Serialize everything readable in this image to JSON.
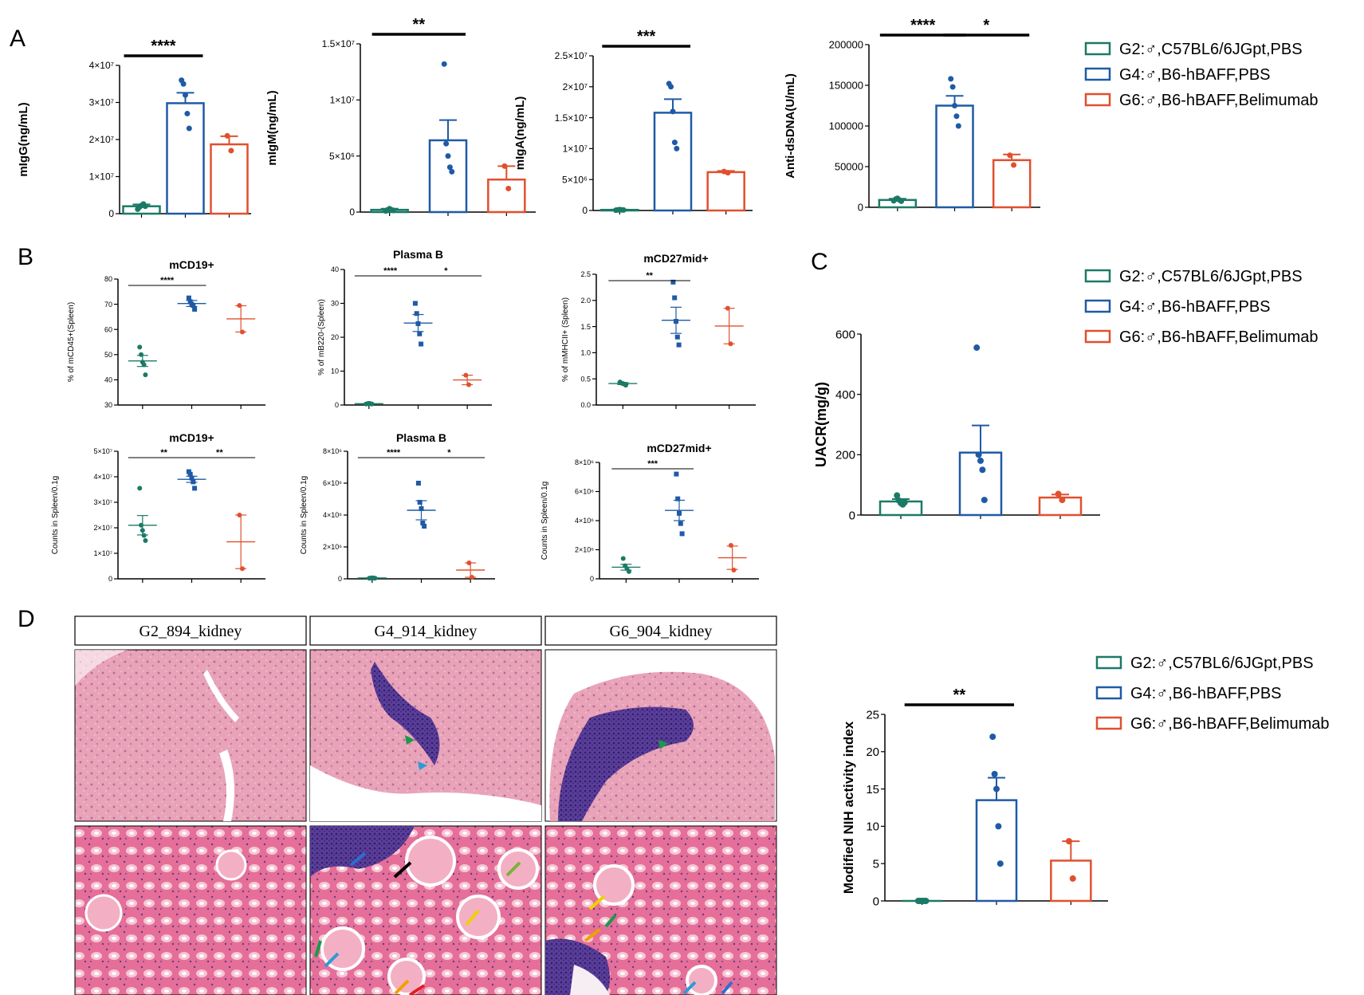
{
  "colors": {
    "G2": "#1b7a66",
    "G4": "#1f5aa6",
    "G6": "#e0502e"
  },
  "panel_letters": {
    "A": "A",
    "B": "B",
    "C": "C",
    "D": "D"
  },
  "legend": {
    "entries": [
      {
        "group": "G2",
        "label": "G2:♂,C57BL6/6JGpt,PBS"
      },
      {
        "group": "G4",
        "label": "G4:♂,B6-hBAFF,PBS"
      },
      {
        "group": "G6",
        "label": "G6:♂,B6-hBAFF,Belimumab"
      }
    ]
  },
  "histology": {
    "titles": [
      "G2_894_kidney",
      "G4_914_kidney",
      "G6_904_kidney"
    ]
  },
  "chart_data": [
    {
      "id": "mIgG",
      "panel": "A",
      "type": "bar",
      "ylabel": "mIgG(ng/mL)",
      "ylim": [
        0,
        40000000
      ],
      "yticks": [
        {
          "v": 0,
          "label": "0"
        },
        {
          "v": 10000000,
          "label": "1×10⁷"
        },
        {
          "v": 20000000,
          "label": "2×10⁷"
        },
        {
          "v": 30000000,
          "label": "3×10⁷"
        },
        {
          "v": 40000000,
          "label": "4×10⁷"
        }
      ],
      "series": [
        {
          "group": "G2",
          "mean": 2000000,
          "sem": 500000,
          "points": [
            1200000,
            1800000,
            2200000,
            2600000,
            2000000
          ]
        },
        {
          "group": "G4",
          "mean": 29800000,
          "sem": 2800000,
          "points": [
            36000000,
            35000000,
            32000000,
            27000000,
            23000000
          ]
        },
        {
          "group": "G6",
          "mean": 18700000,
          "sem": 2200000,
          "points": [
            21000000,
            17000000
          ]
        }
      ],
      "brackets": [
        {
          "from": 0,
          "to": 1,
          "label": "****"
        }
      ]
    },
    {
      "id": "mIgM",
      "panel": "A",
      "type": "bar",
      "ylabel": "mIgM(ng/mL)",
      "ylim": [
        0,
        15000000
      ],
      "yticks": [
        {
          "v": 0,
          "label": "0"
        },
        {
          "v": 5000000,
          "label": "5×10⁶"
        },
        {
          "v": 10000000,
          "label": "1×10⁷"
        },
        {
          "v": 15000000,
          "label": "1.5×10⁷"
        }
      ],
      "series": [
        {
          "group": "G2",
          "mean": 200000,
          "sem": 100000,
          "points": [
            100000,
            200000,
            300000,
            200000,
            150000
          ]
        },
        {
          "group": "G4",
          "mean": 6400000,
          "sem": 1800000,
          "points": [
            13200000,
            6100000,
            5000000,
            4000000,
            3600000
          ]
        },
        {
          "group": "G6",
          "mean": 2900000,
          "sem": 1200000,
          "points": [
            4100000,
            2100000
          ]
        }
      ],
      "brackets": [
        {
          "from": 0,
          "to": 1,
          "label": "**"
        }
      ]
    },
    {
      "id": "mIgA",
      "panel": "A",
      "type": "bar",
      "ylabel": "mIgA(ng/mL)",
      "ylim": [
        0,
        25000000
      ],
      "yticks": [
        {
          "v": 0,
          "label": "0"
        },
        {
          "v": 5000000,
          "label": "5×10⁶"
        },
        {
          "v": 10000000,
          "label": "1×10⁷"
        },
        {
          "v": 15000000,
          "label": "1.5×10⁷"
        },
        {
          "v": 20000000,
          "label": "2×10⁷"
        },
        {
          "v": 25000000,
          "label": "2.5×10⁷"
        }
      ],
      "series": [
        {
          "group": "G2",
          "mean": 100000,
          "sem": 50000,
          "points": [
            50000,
            100000,
            150000,
            100000,
            80000
          ]
        },
        {
          "group": "G4",
          "mean": 15800000,
          "sem": 2200000,
          "points": [
            20500000,
            20000000,
            16000000,
            11000000,
            10000000
          ]
        },
        {
          "group": "G6",
          "mean": 6200000,
          "sem": 200000,
          "points": [
            6300000,
            6100000
          ]
        }
      ],
      "brackets": [
        {
          "from": 0,
          "to": 1,
          "label": "***"
        }
      ]
    },
    {
      "id": "dsDNA",
      "panel": "A",
      "type": "bar",
      "ylabel": "Anti-dsDNA(U/mL)",
      "ylim": [
        0,
        200000
      ],
      "yticks": [
        {
          "v": 0,
          "label": "0"
        },
        {
          "v": 50000,
          "label": "50000"
        },
        {
          "v": 100000,
          "label": "100000"
        },
        {
          "v": 150000,
          "label": "150000"
        },
        {
          "v": 200000,
          "label": "200000"
        }
      ],
      "series": [
        {
          "group": "G2",
          "mean": 9000.0,
          "sem": 1500,
          "points": [
            8000,
            10000,
            11000,
            9000,
            7500
          ]
        },
        {
          "group": "G4",
          "mean": 125000,
          "sem": 12000,
          "points": [
            158000,
            148000,
            125000,
            112000,
            100000
          ]
        },
        {
          "group": "G6",
          "mean": 58000,
          "sem": 7000,
          "points": [
            64000,
            52000
          ]
        }
      ],
      "brackets": [
        {
          "from": 0,
          "to": 1,
          "label": "****"
        },
        {
          "from": 1,
          "to": 2,
          "label": "*"
        }
      ]
    },
    {
      "id": "B1",
      "panel": "B",
      "type": "scatter",
      "title": "mCD19+",
      "ylabel": "% of mCD45+(Spleen)",
      "ylim": [
        30,
        80
      ],
      "yticks": [
        {
          "v": 30,
          "label": "30"
        },
        {
          "v": 40,
          "label": "40"
        },
        {
          "v": 50,
          "label": "50"
        },
        {
          "v": 60,
          "label": "60"
        },
        {
          "v": 70,
          "label": "70"
        },
        {
          "v": 80,
          "label": "80"
        }
      ],
      "series": [
        {
          "group": "G2",
          "mean": 47.5,
          "sem": 2.2,
          "points": [
            53,
            50,
            47,
            46,
            42
          ]
        },
        {
          "group": "G4",
          "mean": 70.3,
          "sem": 1.2,
          "points": [
            72.5,
            71,
            70,
            69.5,
            68
          ]
        },
        {
          "group": "G6",
          "mean": 64.2,
          "sem": 5.2,
          "points": [
            69.5,
            59
          ]
        }
      ],
      "brackets": [
        {
          "from": 0,
          "to": 1,
          "label": "****"
        }
      ]
    },
    {
      "id": "B2",
      "panel": "B",
      "type": "scatter",
      "title": "Plasma B",
      "ylabel": "% of mB220-(Spleen)",
      "ylim": [
        0,
        40
      ],
      "yticks": [
        {
          "v": 0,
          "label": "0"
        },
        {
          "v": 10,
          "label": "10"
        },
        {
          "v": 20,
          "label": "20"
        },
        {
          "v": 30,
          "label": "30"
        },
        {
          "v": 40,
          "label": "40"
        }
      ],
      "series": [
        {
          "group": "G2",
          "mean": 0.4,
          "sem": 0.1,
          "points": [
            0.3,
            0.4,
            0.5,
            0.4,
            0.3
          ]
        },
        {
          "group": "G4",
          "mean": 24.2,
          "sem": 2.5,
          "points": [
            30,
            27,
            24,
            21,
            18
          ]
        },
        {
          "group": "G6",
          "mean": 7.4,
          "sem": 1.4,
          "points": [
            8.8,
            6
          ]
        }
      ],
      "brackets": [
        {
          "from": 0,
          "to": 1,
          "label": "****"
        },
        {
          "from": 1,
          "to": 2,
          "label": "*"
        }
      ]
    },
    {
      "id": "B3",
      "panel": "B",
      "type": "scatter",
      "title": "mCD27mid+",
      "ylabel": "% of mMHCII+ (Spleen)",
      "ylim": [
        0,
        2.5
      ],
      "yticks": [
        {
          "v": 0,
          "label": "0.0"
        },
        {
          "v": 0.5,
          "label": "0.5"
        },
        {
          "v": 1.0,
          "label": "1.0"
        },
        {
          "v": 1.5,
          "label": "1.5"
        },
        {
          "v": 2.0,
          "label": "2.0"
        },
        {
          "v": 2.5,
          "label": "2.5"
        }
      ],
      "series": [
        {
          "group": "G2",
          "mean": 0.41,
          "sem": 0.02,
          "points": [
            0.44,
            0.42,
            0.41,
            0.4,
            0.38
          ]
        },
        {
          "group": "G4",
          "mean": 1.62,
          "sem": 0.25,
          "points": [
            2.35,
            2.05,
            1.6,
            1.3,
            1.15
          ]
        },
        {
          "group": "G6",
          "mean": 1.51,
          "sem": 0.34,
          "points": [
            1.85,
            1.17
          ]
        }
      ],
      "brackets": [
        {
          "from": 0,
          "to": 1,
          "label": "**"
        }
      ]
    },
    {
      "id": "B4",
      "panel": "B",
      "type": "scatter",
      "title": "mCD19+",
      "ylabel": "Counts in Spleen/0.1g",
      "ylim": [
        0,
        50000000
      ],
      "yticks": [
        {
          "v": 0,
          "label": "0"
        },
        {
          "v": 10000000,
          "label": "1×10⁷"
        },
        {
          "v": 20000000,
          "label": "2×10⁷"
        },
        {
          "v": 30000000,
          "label": "3×10⁷"
        },
        {
          "v": 40000000,
          "label": "4×10⁷"
        },
        {
          "v": 50000000,
          "label": "5×10⁷"
        }
      ],
      "series": [
        {
          "group": "G2",
          "mean": 21000000,
          "sem": 3800000,
          "points": [
            35500000,
            21000000,
            19000000,
            17000000,
            15000000
          ]
        },
        {
          "group": "G4",
          "mean": 39000000,
          "sem": 1200000,
          "points": [
            42000000,
            41000000,
            39500000,
            38000000,
            35500000
          ]
        },
        {
          "group": "G6",
          "mean": 14500000,
          "sem": 10500000,
          "points": [
            25000000,
            4000000
          ]
        }
      ],
      "brackets": [
        {
          "from": 0,
          "to": 1,
          "label": "**"
        },
        {
          "from": 1,
          "to": 2,
          "label": "**"
        }
      ]
    },
    {
      "id": "B5",
      "panel": "B",
      "type": "scatter",
      "title": "Plasma B",
      "ylabel": "Counts in Spleen/0.1g",
      "ylim": [
        0,
        8000000
      ],
      "yticks": [
        {
          "v": 0,
          "label": "0"
        },
        {
          "v": 2000000,
          "label": "2×10⁶"
        },
        {
          "v": 4000000,
          "label": "4×10⁶"
        },
        {
          "v": 6000000,
          "label": "6×10⁶"
        },
        {
          "v": 8000000,
          "label": "8×10⁶"
        }
      ],
      "series": [
        {
          "group": "G2",
          "mean": 50000,
          "sem": 20000,
          "points": [
            40000,
            50000,
            60000,
            50000,
            40000
          ]
        },
        {
          "group": "G4",
          "mean": 4300000,
          "sem": 600000,
          "points": [
            6000000,
            4800000,
            4400000,
            3500000,
            3300000
          ]
        },
        {
          "group": "G6",
          "mean": 550000,
          "sem": 450000,
          "points": [
            1000000,
            100000
          ]
        }
      ],
      "brackets": [
        {
          "from": 0,
          "to": 1,
          "label": "****"
        },
        {
          "from": 1,
          "to": 2,
          "label": "*"
        }
      ]
    },
    {
      "id": "B6",
      "panel": "B",
      "type": "scatter",
      "title": "mCD27mid+",
      "ylabel": "Counts in Spleen/0.1g",
      "ylim": [
        0,
        8000000
      ],
      "yticks": [
        {
          "v": 0,
          "label": "0"
        },
        {
          "v": 2000000,
          "label": "2×10⁶"
        },
        {
          "v": 4000000,
          "label": "4×10⁶"
        },
        {
          "v": 6000000,
          "label": "6×10⁶"
        },
        {
          "v": 8000000,
          "label": "8×10⁶"
        }
      ],
      "series": [
        {
          "group": "G2",
          "mean": 800000,
          "sem": 200000,
          "points": [
            1400000,
            900000,
            700000,
            500000
          ]
        },
        {
          "group": "G4",
          "mean": 4700000,
          "sem": 700000,
          "points": [
            7200000,
            5500000,
            4500000,
            3800000,
            3100000
          ]
        },
        {
          "group": "G6",
          "mean": 1450000,
          "sem": 800000,
          "points": [
            2300000,
            600000
          ]
        }
      ],
      "brackets": [
        {
          "from": 0,
          "to": 1,
          "label": "***"
        }
      ]
    },
    {
      "id": "UACR",
      "panel": "C",
      "type": "bar",
      "ylabel": "UACR(mg/g)",
      "ylim": [
        0,
        600
      ],
      "yticks": [
        {
          "v": 0,
          "label": "0"
        },
        {
          "v": 200,
          "label": "200"
        },
        {
          "v": 400,
          "label": "400"
        },
        {
          "v": 600,
          "label": "600"
        }
      ],
      "series": [
        {
          "group": "G2",
          "mean": 45,
          "sem": 8,
          "points": [
            65,
            48,
            40,
            35,
            42
          ]
        },
        {
          "group": "G4",
          "mean": 207,
          "sem": 90,
          "points": [
            555,
            200,
            180,
            150,
            50
          ]
        },
        {
          "group": "G6",
          "mean": 58,
          "sem": 10,
          "points": [
            70,
            50
          ]
        }
      ],
      "brackets": []
    },
    {
      "id": "NIH",
      "panel": "D",
      "type": "bar",
      "ylabel": "Modified NIH activity index",
      "ylim": [
        0,
        25
      ],
      "yticks": [
        {
          "v": 0,
          "label": "0"
        },
        {
          "v": 5,
          "label": "5"
        },
        {
          "v": 10,
          "label": "10"
        },
        {
          "v": 15,
          "label": "15"
        },
        {
          "v": 20,
          "label": "20"
        },
        {
          "v": 25,
          "label": "25"
        }
      ],
      "series": [
        {
          "group": "G2",
          "mean": 0,
          "sem": 0,
          "points": [
            0,
            0,
            0,
            0,
            0
          ]
        },
        {
          "group": "G4",
          "mean": 13.5,
          "sem": 3,
          "points": [
            22,
            17,
            15,
            10,
            5
          ]
        },
        {
          "group": "G6",
          "mean": 5.4,
          "sem": 2.6,
          "points": [
            8,
            3
          ]
        }
      ],
      "brackets": [
        {
          "from": 0,
          "to": 1,
          "label": "**"
        }
      ]
    }
  ]
}
